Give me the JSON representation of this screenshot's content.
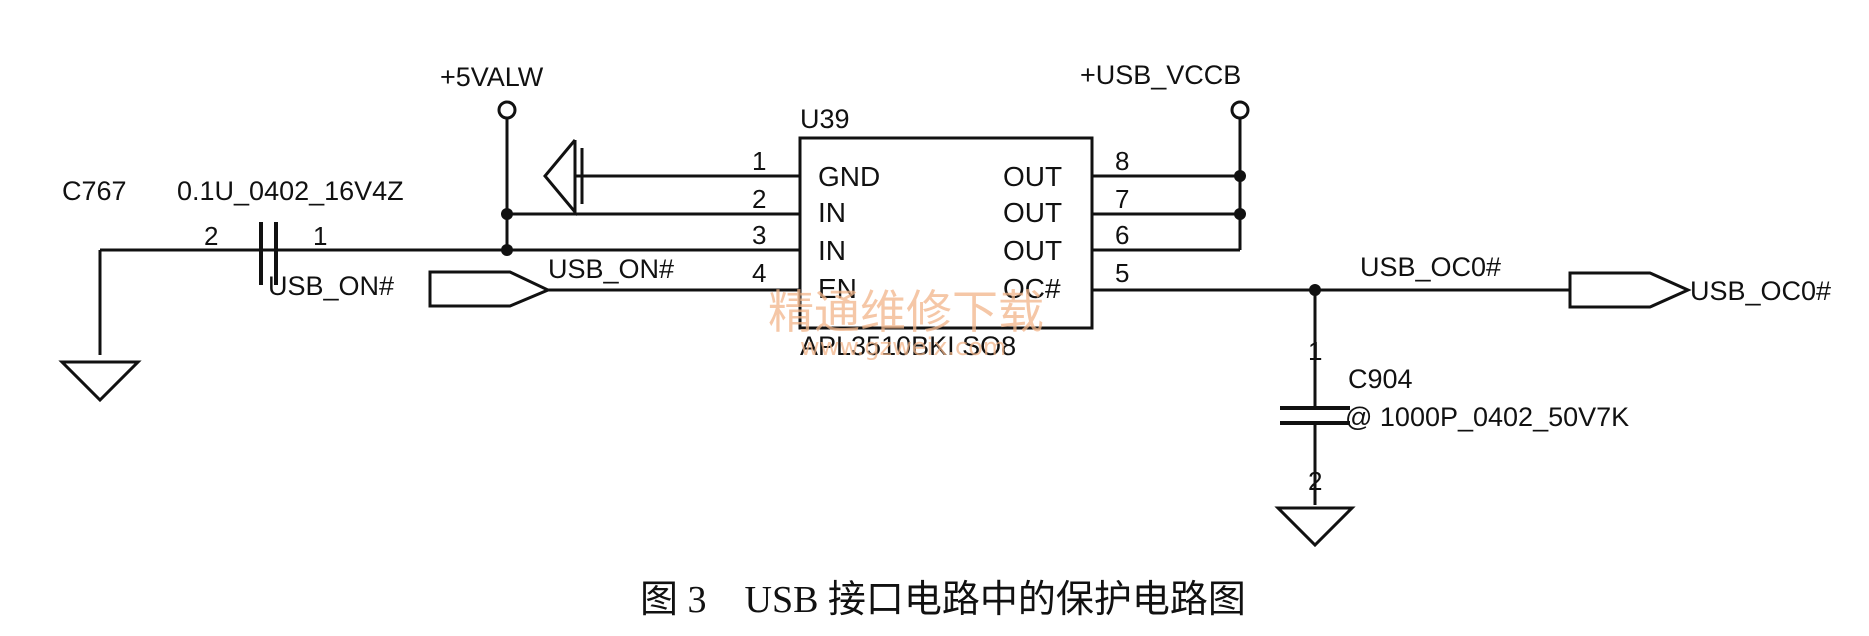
{
  "rails": {
    "vcc_5v": "+5VALW",
    "usb_vcc": "+USB_VCCB"
  },
  "ic": {
    "ref": "U39",
    "part": "APL3510BKI SO8",
    "left_pins": [
      {
        "num": "1",
        "name": "GND"
      },
      {
        "num": "2",
        "name": "IN"
      },
      {
        "num": "3",
        "name": "IN"
      },
      {
        "num": "4",
        "name": "EN"
      }
    ],
    "right_pins": [
      {
        "num": "8",
        "name": "OUT"
      },
      {
        "num": "7",
        "name": "OUT"
      },
      {
        "num": "6",
        "name": "OUT"
      },
      {
        "num": "5",
        "name": "OC#"
      }
    ]
  },
  "c767": {
    "ref": "C767",
    "value": "0.1U_0402_16V4Z",
    "pin_left": "2",
    "pin_right": "1"
  },
  "c904": {
    "ref": "C904",
    "value": "@ 1000P_0402_50V7K",
    "pin_top": "1",
    "pin_bottom": "2"
  },
  "nets": {
    "usb_on_port": "USB_ON#",
    "usb_on_wire": "USB_ON#",
    "usb_oc_wire": "USB_OC0#",
    "usb_oc_port": "USB_OC0#"
  },
  "watermark": {
    "cn": "精通维修下载",
    "url": "www.gzweix.com"
  },
  "caption": "图 3　USB 接口电路中的保护电路图"
}
